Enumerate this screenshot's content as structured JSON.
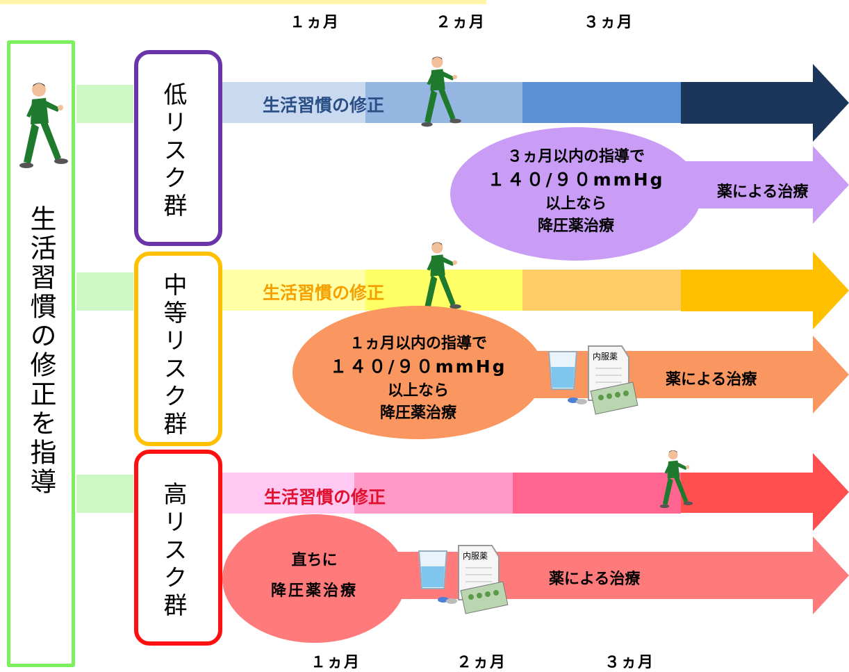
{
  "months_top": [
    "１ヵ月",
    "２ヵ月",
    "３ヵ月"
  ],
  "months_bottom": [
    "１ヵ月",
    "２ヵ月",
    "３ヵ月"
  ],
  "left_label": "生活習慣の修正を指導",
  "medicine_bag_label": "内服薬",
  "groups": [
    {
      "risk_label": "低リスク群",
      "band_label": "生活習慣の修正",
      "ellipse_lines": [
        "３ヵ月以内の指導で",
        "１４０/９０mmHg",
        "以上なら",
        "降圧薬治療"
      ],
      "drug_label": "薬による治療"
    },
    {
      "risk_label": "中等リスク群",
      "band_label": "生活習慣の修正",
      "ellipse_lines": [
        "１ヵ月以内の指導で",
        "１４０/９０mmHg",
        "以上なら",
        "降圧薬治療"
      ],
      "drug_label": "薬による治療"
    },
    {
      "risk_label": "高リスク群",
      "band_label": "生活習慣の修正",
      "ellipse_lines": [
        "直ちに",
        "降圧薬治療"
      ],
      "drug_label": "薬による治療"
    }
  ],
  "colors": {
    "left_border": "#7cf05c",
    "low": "#6a35a8",
    "mid": "#ffc000",
    "high": "#ff1010"
  }
}
